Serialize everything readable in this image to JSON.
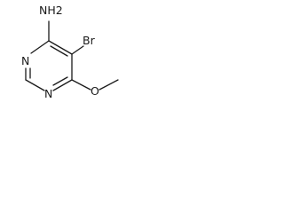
{
  "molecule": {
    "atoms": {
      "nh2": "NH2",
      "br": "Br",
      "n_left": "N",
      "n_bottom": "N",
      "o": "O"
    }
  }
}
